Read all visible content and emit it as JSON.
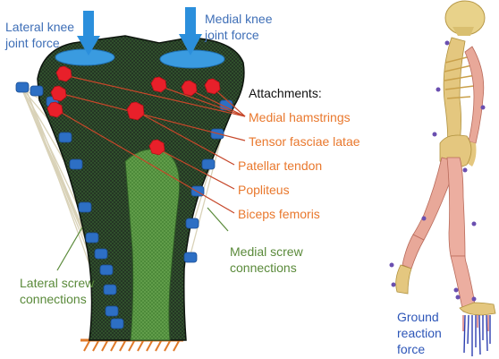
{
  "labels": {
    "lateral_force": [
      "Lateral knee",
      "joint force"
    ],
    "medial_force": [
      "Medial knee",
      "joint force"
    ],
    "attachments_title": "Attachments:",
    "muscles": [
      "Medial hamstrings",
      "Tensor fasciae latae",
      "Patellar tendon",
      "Popliteus",
      "Biceps femoris"
    ],
    "medial_screw": [
      "Medial screw",
      "connections"
    ],
    "lateral_screw": [
      "Lateral screw",
      "connections"
    ],
    "ground_force": [
      "Ground",
      "reaction",
      "force"
    ]
  },
  "colors": {
    "force_arrow": "#2b8fdc",
    "force_ellipse": "#3a9be0",
    "attachment": "#e8202a",
    "muscle_label": "#e9782d",
    "screw_label": "#5a8a3a",
    "screw": "#2d6fc4",
    "bone": "#1c2a1c",
    "mesh": "#4f8a3a",
    "ground": "#e07a2a"
  }
}
